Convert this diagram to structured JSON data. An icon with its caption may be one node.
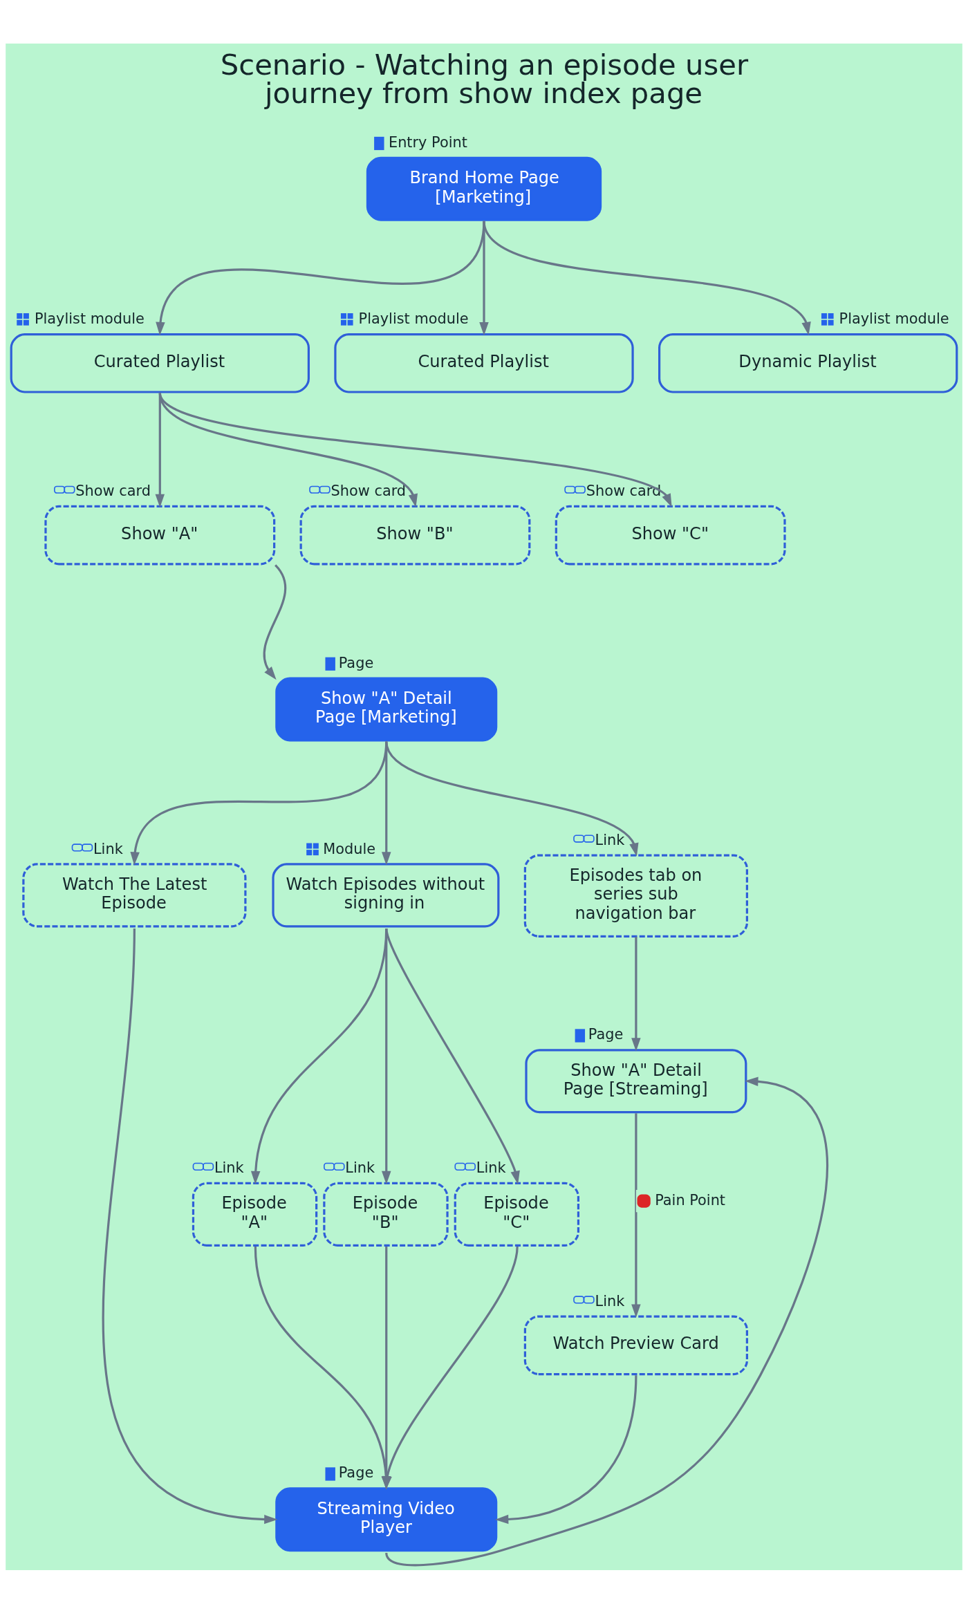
{
  "diagram": {
    "title": "Scenario - Watching an episode user journey from show index page",
    "nodes": [
      {
        "text": [
          "Brand Home Page [Marketing]"
        ],
        "beside": [
          "Entry Point"
        ]
      },
      {
        "text": [
          "Curated Playlist"
        ],
        "beside": [
          "Playlist module"
        ]
      },
      {
        "text": [
          "Curated Playlist"
        ],
        "beside": [
          "Playlist module"
        ]
      },
      {
        "text": [
          "Dynamic Playlist"
        ],
        "beside": [
          "Playlist module"
        ]
      },
      {
        "text": [
          "Show \"A\""
        ],
        "beside": [
          "Show card"
        ]
      },
      {
        "text": [
          "Show \"B\""
        ],
        "beside": [
          "Show card"
        ]
      },
      {
        "text": [
          "Show \"C\""
        ],
        "beside": [
          "Show card"
        ]
      },
      {
        "text": [
          "Show \"A\" Detail Page [Marketing]"
        ],
        "beside": [
          "Page"
        ]
      },
      {
        "text": [
          "Watch The Latest Episode"
        ],
        "beside": [
          "Link"
        ]
      },
      {
        "text": [
          "Watch Episodes without signing in"
        ],
        "beside": [
          "Module"
        ]
      },
      {
        "text": [
          "Episodes tab on series sub navigation bar"
        ],
        "beside": [
          "Link"
        ]
      },
      {
        "text": [
          "Episode \"A\""
        ],
        "beside": [
          "Link"
        ]
      },
      {
        "text": [
          "Episode \"B\""
        ],
        "beside": [
          "Link"
        ]
      },
      {
        "text": [
          "Episode \"C\""
        ],
        "beside": [
          "Link"
        ]
      },
      {
        "text": [
          "Show \"A\" Detail Page [Streaming]"
        ],
        "beside": [
          "Page"
        ]
      },
      {
        "text": [
          "Watch Preview Card"
        ],
        "beside": [
          "Link"
        ]
      },
      {
        "text": [
          "Streaming Video Player"
        ],
        "beside": [
          "Page"
        ]
      }
    ],
    "edges": [
      {
        "from": 0,
        "to": 1,
        "arrow": "to"
      },
      {
        "from": 0,
        "to": 2,
        "arrow": "to"
      },
      {
        "from": 0,
        "to": 3,
        "arrow": "to"
      },
      {
        "from": 1,
        "to": 4,
        "arrow": "to"
      },
      {
        "from": 1,
        "to": 5,
        "arrow": "to"
      },
      {
        "from": 1,
        "to": 6,
        "arrow": "to"
      },
      {
        "from": 4,
        "to": 7,
        "arrow": "to"
      },
      {
        "from": 7,
        "to": 8,
        "arrow": "to"
      },
      {
        "from": 7,
        "to": 9,
        "arrow": "to"
      },
      {
        "from": 7,
        "to": 10,
        "arrow": "to"
      },
      {
        "from": 9,
        "to": 11,
        "arrow": "to"
      },
      {
        "from": 9,
        "to": 12,
        "arrow": "to"
      },
      {
        "from": 9,
        "to": 13,
        "arrow": "to"
      },
      {
        "from": 10,
        "to": 14,
        "arrow": "to"
      },
      {
        "from": 14,
        "to": 15,
        "arrow": "to",
        "label": "Pain Point"
      },
      {
        "from": 8,
        "to": 16,
        "arrow": "to"
      },
      {
        "from": 11,
        "to": 16,
        "arrow": "to"
      },
      {
        "from": 12,
        "to": 16,
        "arrow": "to"
      },
      {
        "from": 13,
        "to": 16,
        "arrow": "to"
      },
      {
        "from": 15,
        "to": 16,
        "arrow": "to"
      },
      {
        "from": 16,
        "to": 14,
        "arrow": "to"
      }
    ]
  }
}
